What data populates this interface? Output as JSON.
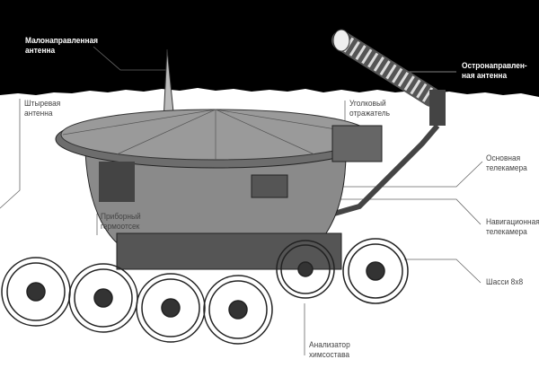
{
  "labels": {
    "low_gain_antenna": [
      "Малонаправленная",
      "антенна"
    ],
    "high_gain_antenna": [
      "Остронаправлен-",
      "ная антенна"
    ],
    "whip_antenna": [
      "Штыревая",
      "антенна"
    ],
    "corner_reflector": [
      "Уголковый",
      "отражатель"
    ],
    "main_camera": [
      "Основная",
      "телекамера"
    ],
    "nav_camera": [
      "Навигационная",
      "телекамера"
    ],
    "chassis": [
      "Шасси 8x8"
    ],
    "instrument_compartment": [
      "Приборный",
      "гермоотсек"
    ],
    "chem_analyzer": [
      "Анализатор",
      "химсостава"
    ]
  },
  "colors": {
    "sky": "#000000",
    "ground": "#ffffff",
    "leader": "#555555"
  }
}
